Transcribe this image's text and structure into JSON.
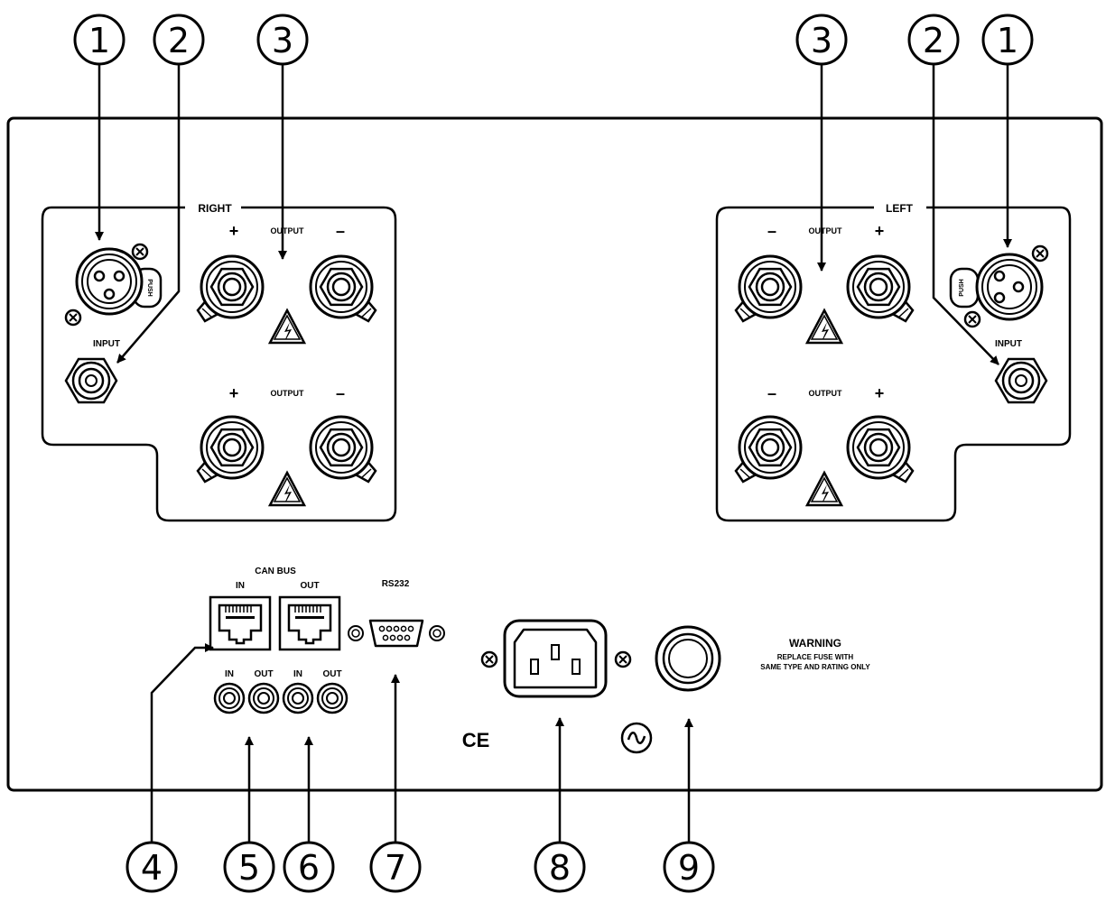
{
  "panel": {
    "right_channel": {
      "section_label": "RIGHT",
      "output_label_top": "OUTPUT",
      "output_label_bottom": "OUTPUT",
      "plus": "+",
      "minus": "–",
      "input_label": "INPUT",
      "push_label": "PUSH"
    },
    "left_channel": {
      "section_label": "LEFT",
      "output_label_top": "OUTPUT",
      "output_label_bottom": "OUTPUT",
      "plus": "+",
      "minus": "–",
      "input_label": "INPUT",
      "push_label": "PUSH"
    },
    "can_bus": {
      "title": "CAN BUS",
      "in": "IN",
      "out": "OUT"
    },
    "trigger": {
      "in1": "IN",
      "out1": "OUT",
      "in2": "IN",
      "out2": "OUT"
    },
    "rs232": "RS232",
    "ce_mark": "CE",
    "warning": {
      "title": "WARNING",
      "line1": "REPLACE FUSE WITH",
      "line2": "SAME TYPE AND RATING ONLY"
    }
  },
  "callouts": {
    "top_left": [
      "1",
      "2",
      "3"
    ],
    "top_right": [
      "3",
      "2",
      "1"
    ],
    "bottom": [
      "4",
      "5",
      "6",
      "7",
      "8",
      "9"
    ]
  },
  "icons": [
    "xlr-connector-icon",
    "rca-connector-icon",
    "binding-post-icon",
    "high-voltage-warning-icon",
    "rj45-port-icon",
    "db9-port-icon",
    "iec-power-inlet-icon",
    "fuse-holder-icon",
    "screw-icon",
    "ac-symbol-icon",
    "ce-mark-icon"
  ]
}
